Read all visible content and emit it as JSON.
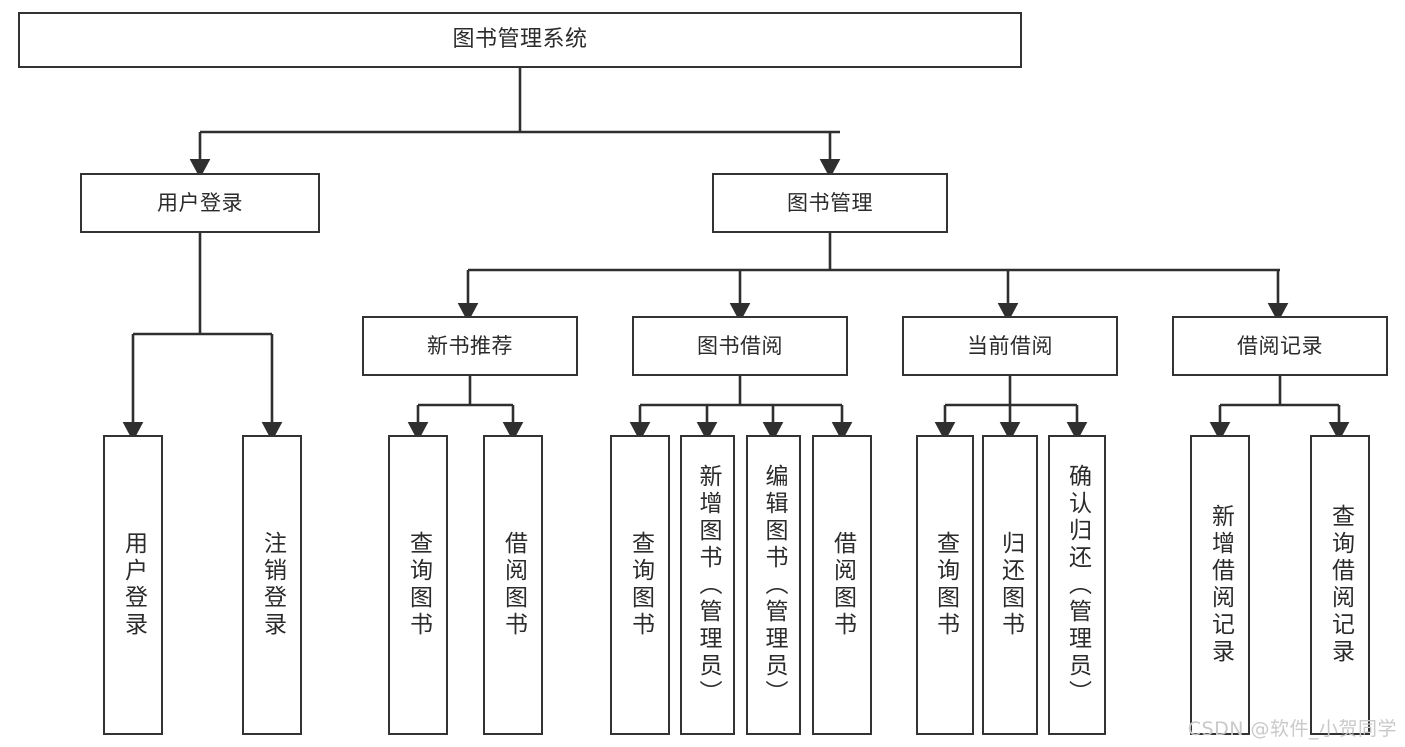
{
  "diagram": {
    "type": "tree",
    "title": "图书管理系统",
    "root": {
      "label": "图书管理系统"
    },
    "level2": [
      {
        "label": "用户登录"
      },
      {
        "label": "图书管理"
      }
    ],
    "level3": [
      {
        "label": "新书推荐"
      },
      {
        "label": "图书借阅"
      },
      {
        "label": "当前借阅"
      },
      {
        "label": "借阅记录"
      }
    ],
    "leaves": {
      "user_login": [
        {
          "label": "用户登录"
        },
        {
          "label": "注销登录"
        }
      ],
      "new_book_recommend": [
        {
          "label": "查询图书"
        },
        {
          "label": "借阅图书"
        }
      ],
      "book_borrow": [
        {
          "label": "查询图书"
        },
        {
          "label": "新增图书（管理员）"
        },
        {
          "label": "编辑图书（管理员）"
        },
        {
          "label": "借阅图书"
        }
      ],
      "current_borrow": [
        {
          "label": "查询图书"
        },
        {
          "label": "归还图书"
        },
        {
          "label": "确认归还（管理员）"
        }
      ],
      "borrow_record": [
        {
          "label": "新增借阅记录"
        },
        {
          "label": "查询借阅记录"
        }
      ]
    }
  },
  "watermark": {
    "text": "CSDN @软件_小贺同学"
  },
  "colors": {
    "border": "#333333",
    "line": "#2f2f2f",
    "text": "#2b2b2b",
    "background": "#ffffff",
    "watermark": "#c9c9c9"
  }
}
